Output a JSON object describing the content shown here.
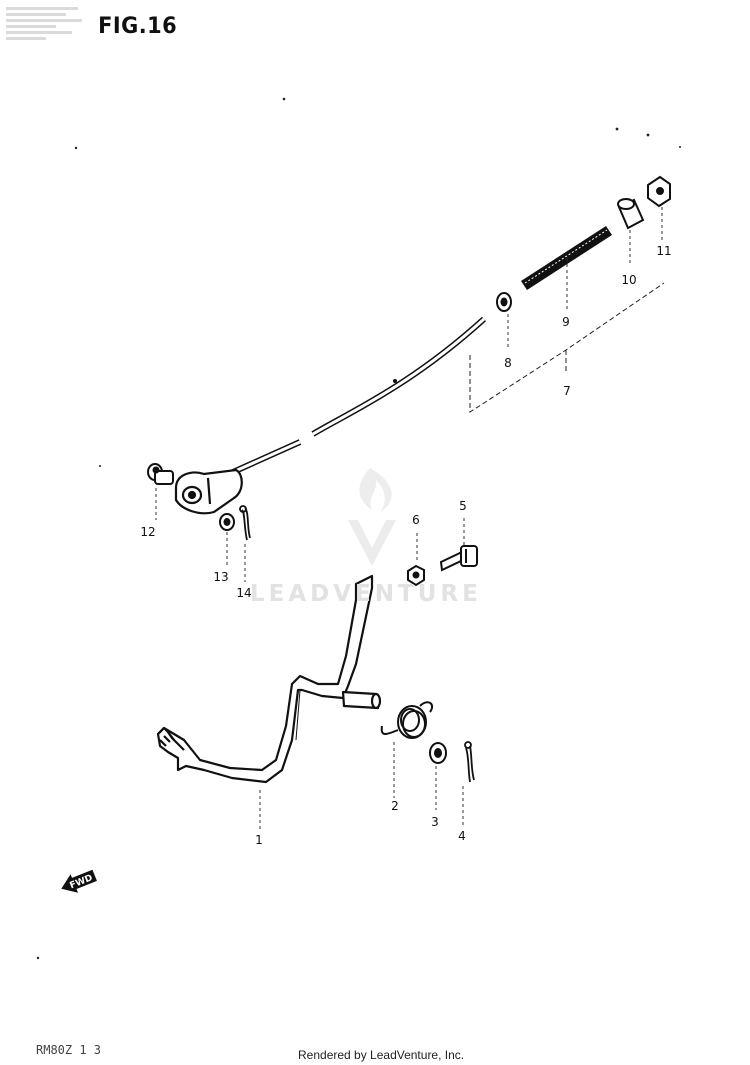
{
  "figure": {
    "title": "FIG.16"
  },
  "callouts": [
    {
      "id": "1",
      "label": "1"
    },
    {
      "id": "2",
      "label": "2"
    },
    {
      "id": "3",
      "label": "3"
    },
    {
      "id": "4",
      "label": "4"
    },
    {
      "id": "5",
      "label": "5"
    },
    {
      "id": "6",
      "label": "6"
    },
    {
      "id": "7",
      "label": "7"
    },
    {
      "id": "8",
      "label": "8"
    },
    {
      "id": "9",
      "label": "9"
    },
    {
      "id": "10",
      "label": "10"
    },
    {
      "id": "11",
      "label": "11"
    },
    {
      "id": "12",
      "label": "12"
    },
    {
      "id": "13",
      "label": "13"
    },
    {
      "id": "14",
      "label": "14"
    }
  ],
  "fwd_arrow": {
    "label": "FWD"
  },
  "watermark": {
    "text": "LEADVENTURE"
  },
  "footer": {
    "code": "RM80Z 1 3",
    "credit": "Rendered by LeadVenture, Inc."
  }
}
